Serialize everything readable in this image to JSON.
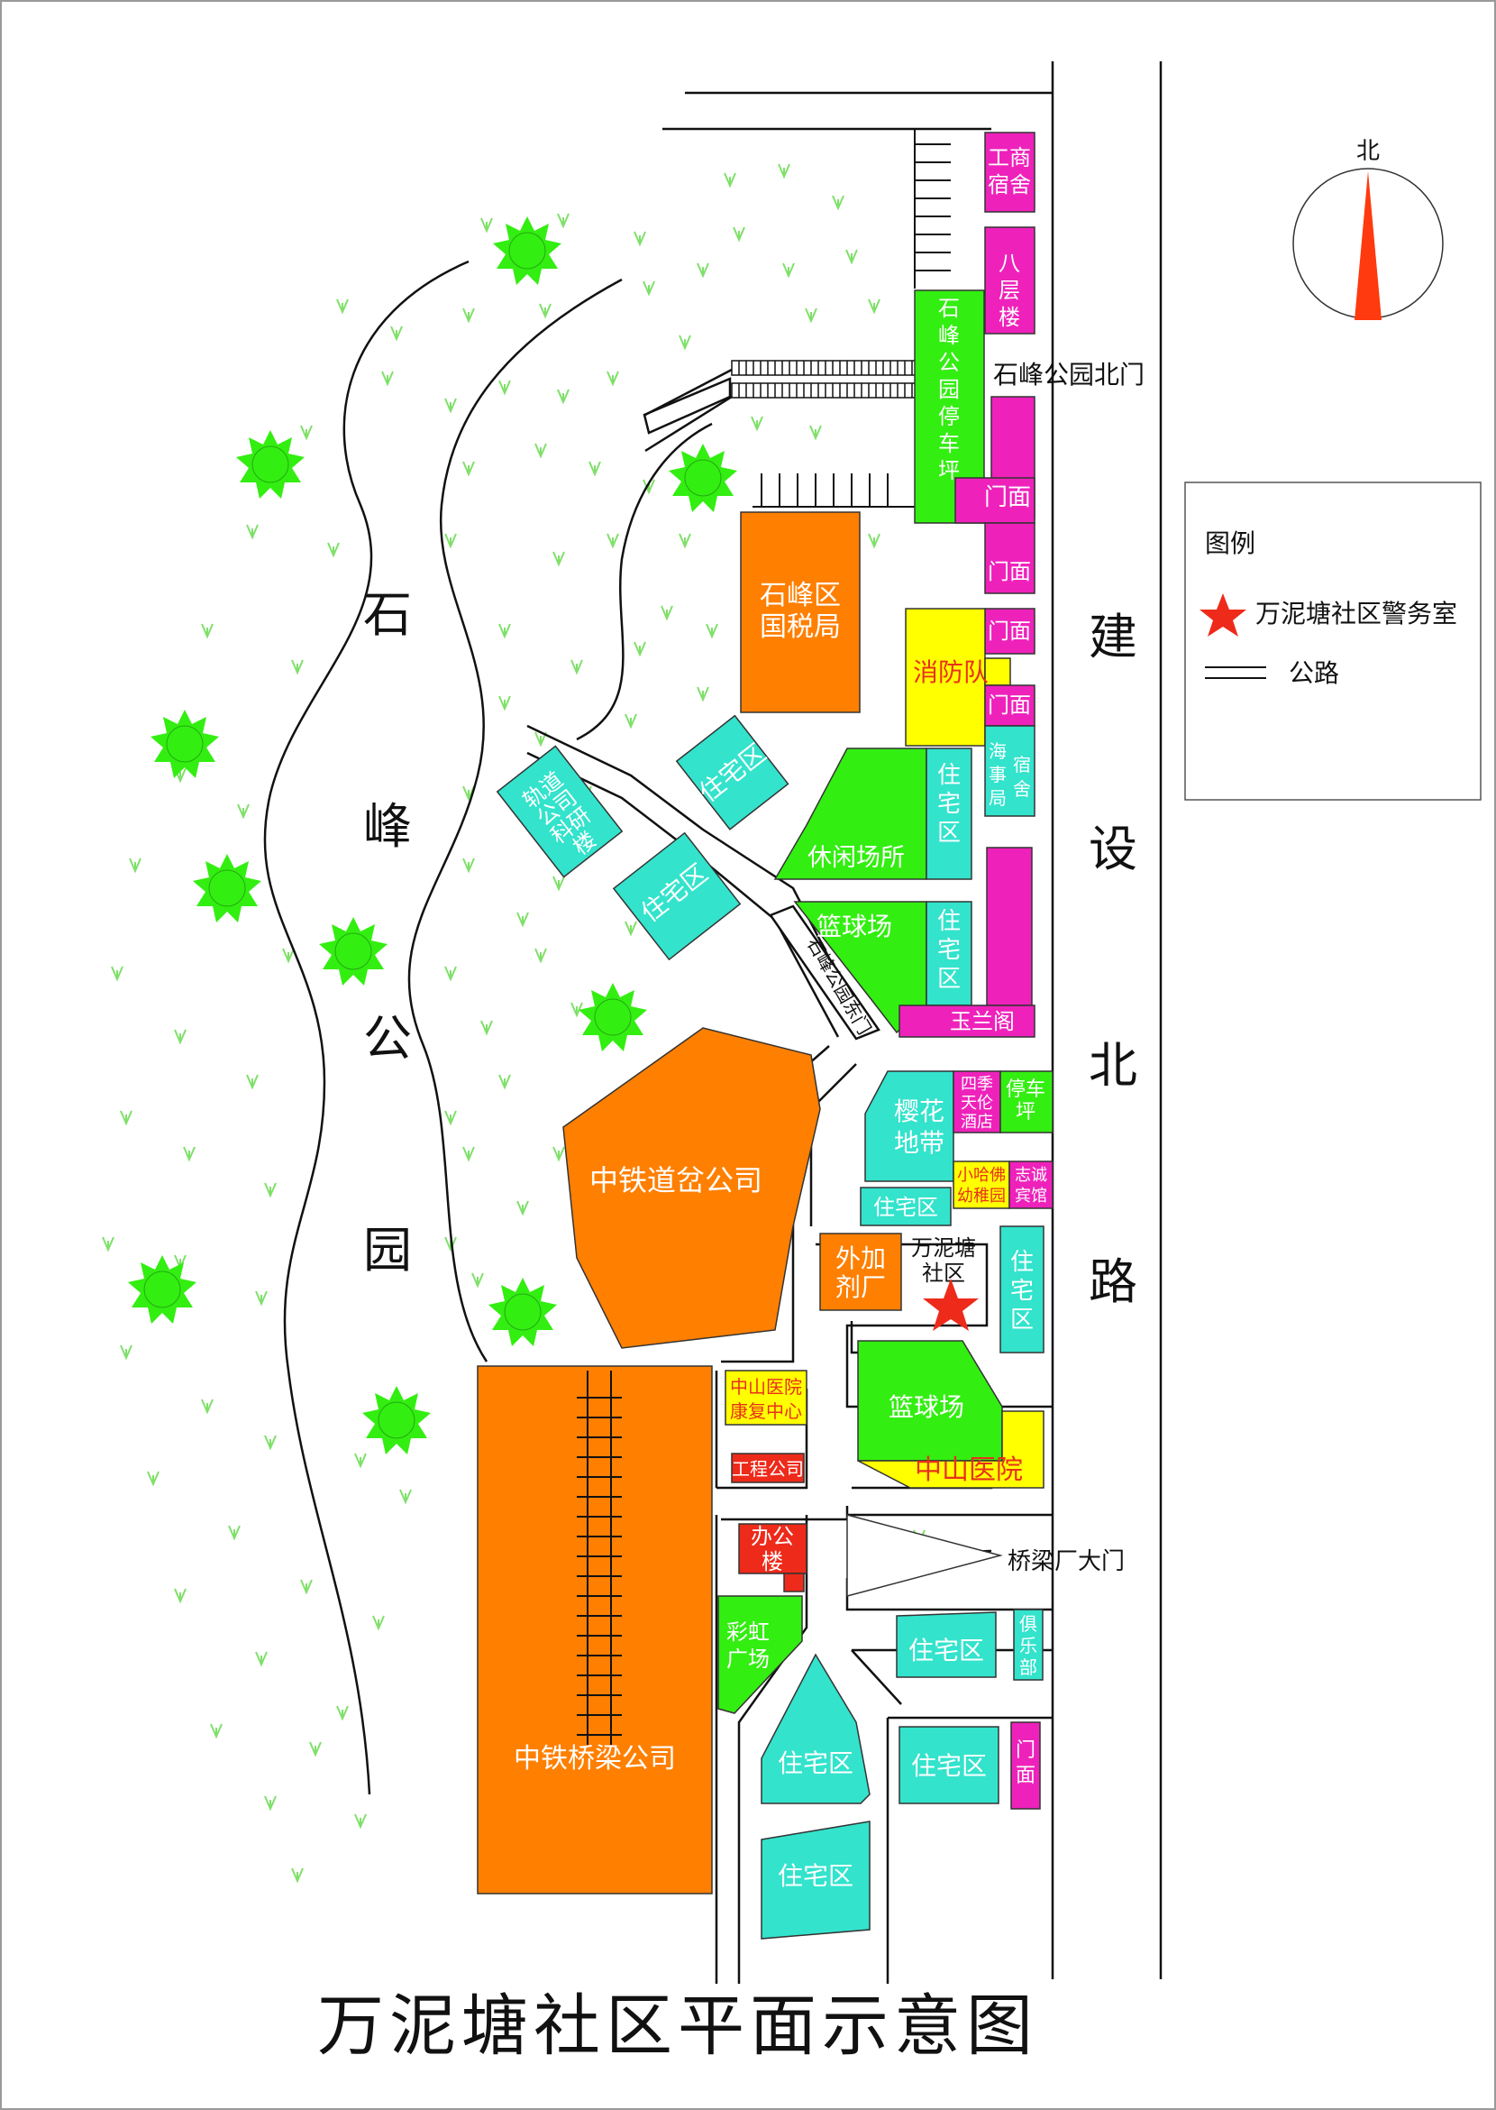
{
  "title": "万泥塘社区平面示意图",
  "park_name": [
    "石",
    "峰",
    "公",
    "园"
  ],
  "road_name": [
    "建",
    "设",
    "北",
    "路"
  ],
  "compass": {
    "north_label": "北"
  },
  "legend": {
    "title": "图例",
    "station": "万泥塘社区警务室",
    "road": "公路"
  },
  "colors": {
    "orange": "#ff7f00",
    "green": "#33ee11",
    "cyan": "#33e3cc",
    "magenta": "#ee22bb",
    "yellow": "#ffff00",
    "red": "#ee2a1a",
    "tree": "#33ee11"
  },
  "labels": {
    "gongshang": [
      "工商",
      "宿舍"
    ],
    "baceng": [
      "八",
      "层",
      "楼"
    ],
    "parking1": [
      "石",
      "峰",
      "公",
      "园",
      "停",
      "车",
      "坪"
    ],
    "north_gate": "石峰公园北门",
    "menmian": "门面",
    "shuiwu": [
      "石峰区",
      "国税局"
    ],
    "xiaofang": "消防队",
    "haishi": [
      "海",
      "事",
      "局"
    ],
    "haishi_dorm": [
      "宿",
      "舍"
    ],
    "guidao": [
      "轨道",
      "公司",
      "科研",
      "楼"
    ],
    "zhuzhai": "住宅区",
    "xiuxian": "休闲场所",
    "lanqiu": "篮球场",
    "yulange": "玉兰阁",
    "east_gate": "石峰公园东门",
    "yinghua": [
      "樱花",
      "地带"
    ],
    "siji": [
      "四季",
      "天伦",
      "酒店"
    ],
    "tingche": [
      "停车",
      "坪"
    ],
    "xiaohafo": [
      "小哈佛",
      "幼稚园"
    ],
    "zhicheng": [
      "志诚",
      "宾馆"
    ],
    "zhongtie_daocha": "中铁道岔公司",
    "waijia": [
      "外加",
      "剂厂"
    ],
    "community": [
      "万泥塘",
      "社区"
    ],
    "kangfu": [
      "中山医院",
      "康复中心"
    ],
    "gongcheng": "工程公司",
    "zhongshan": "中山医院",
    "bangong": [
      "办公",
      "楼"
    ],
    "qiaoliang_gate": "桥梁厂大门",
    "caihong": [
      "彩虹",
      "广场"
    ],
    "julebu": [
      "俱",
      "乐",
      "部"
    ],
    "zhongtie_qiaoliang": "中铁桥梁公司"
  }
}
